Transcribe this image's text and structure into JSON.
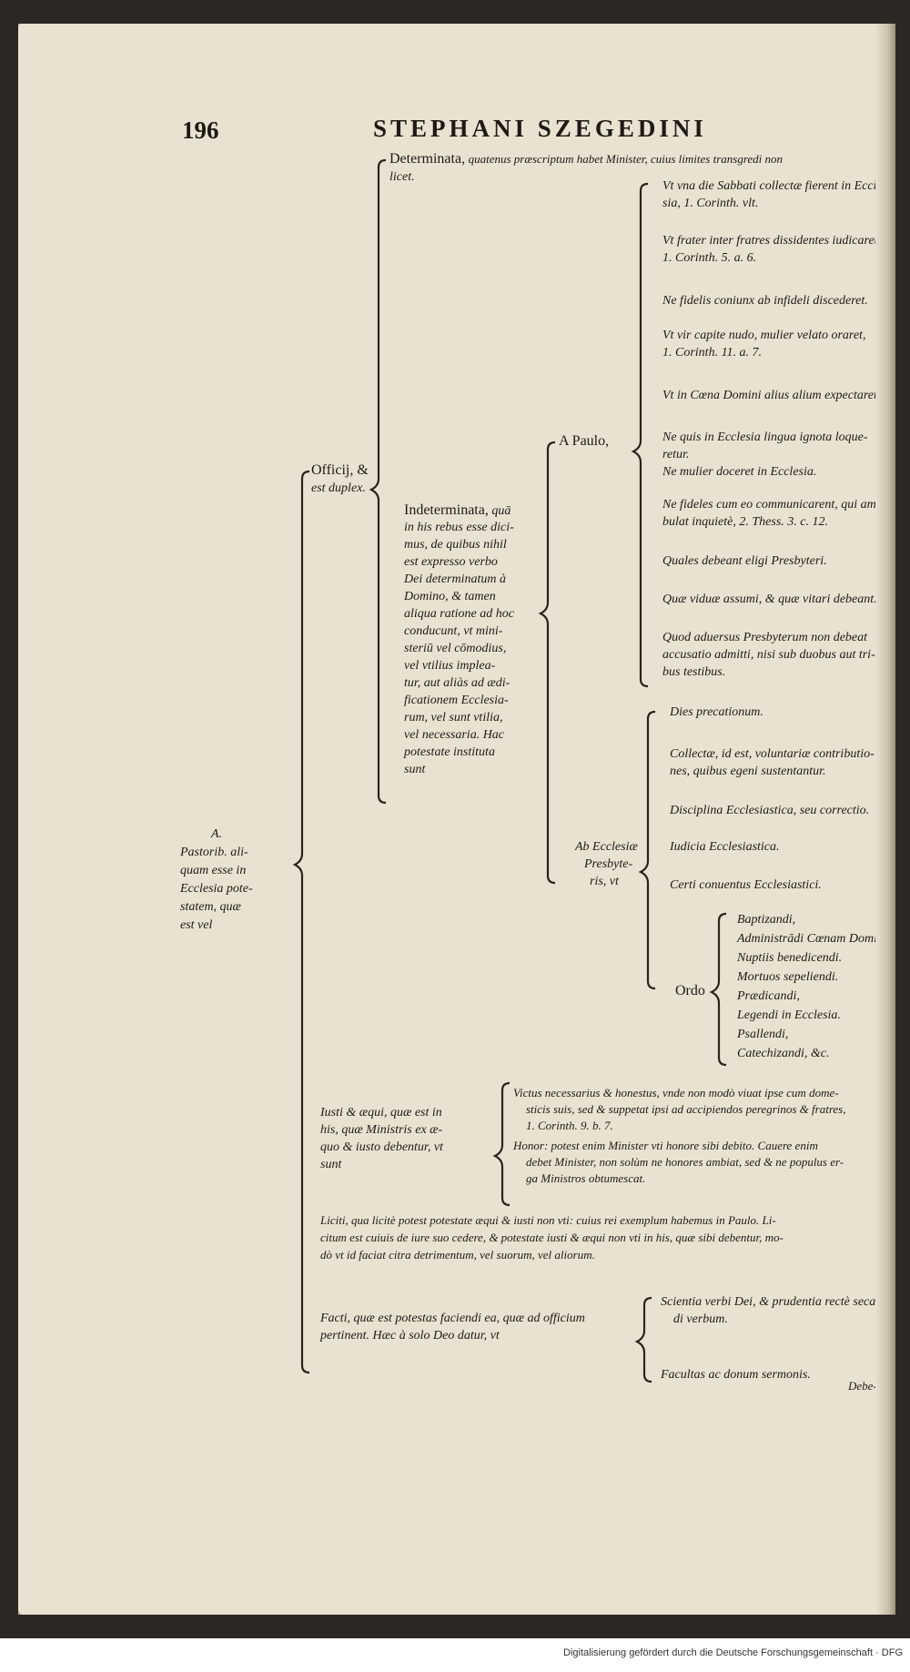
{
  "header": {
    "page_number": "196",
    "running_title": "STEPHANI SZEGEDINI",
    "catchword": "Debe-"
  },
  "root": {
    "lines": [
      "A.",
      "Pastorib. ali-",
      "quam esse in",
      "Ecclesia pote-",
      "statem, quæ",
      "est vel"
    ]
  },
  "officij": {
    "lines": [
      "Officij, &",
      "est duplex."
    ]
  },
  "determinata": {
    "head": "Determinata,",
    "lines": [
      "quatenus præscriptum habet Minister, cuius limites transgredi non",
      "licet."
    ]
  },
  "indeterminata": {
    "head": "Indeterminata,",
    "lines": [
      " quā",
      "in his rebus esse dici-",
      "mus, de quibus nihil",
      "est expresso verbo",
      "Dei determinatum à",
      "Domino, & tamen",
      "aliqua ratione ad hoc",
      "conducunt, vt mini-",
      "steriū vel cōmodius,",
      "vel vtilius implea-",
      "tur, aut aliàs ad ædi-",
      "ficationem Ecclesia-",
      "rum, vel sunt vtilia,",
      "vel necessaria. Hac",
      "potestate instituta",
      "sunt"
    ]
  },
  "a_paulo": {
    "label": "A Paulo,",
    "items": [
      {
        "lines": [
          "Vt vna die Sabbati collectæ fierent in Eccle-",
          "sia, 1. Corinth. vlt."
        ]
      },
      {
        "lines": [
          "Vt frater inter fratres dissidentes iudicaret,",
          "1. Corinth. 5. a. 6."
        ]
      },
      {
        "lines": [
          "Ne fidelis coniunx ab infideli discederet."
        ]
      },
      {
        "lines": [
          "Vt vir capite nudo, mulier velato oraret,",
          "1. Corinth. 11. a. 7."
        ]
      },
      {
        "lines": [
          "Vt in Cœna Domini alius alium expectaret."
        ]
      },
      {
        "lines": [
          "Ne quis in Ecclesia lingua ignota loque-",
          "retur."
        ]
      },
      {
        "lines": [
          "Ne mulier doceret in Ecclesia."
        ]
      },
      {
        "lines": [
          "Ne fideles cum eo communicarent, qui am-",
          "bulat inquietè, 2. Thess. 3. c. 12."
        ]
      },
      {
        "lines": [
          "Quales debeant eligi Presbyteri."
        ]
      },
      {
        "lines": [
          "Quæ viduæ assumi, & quæ vitari debeant."
        ]
      },
      {
        "lines": [
          "Quod aduersus Presbyterum non debeat",
          "accusatio admitti, nisi sub duobus aut tri-",
          "bus testibus."
        ]
      }
    ]
  },
  "ab_ecclesiae": {
    "lines": [
      "Ab Ecclesiæ",
      "Presbyte-",
      "ris, vt"
    ],
    "items": [
      {
        "lines": [
          "Dies precationum."
        ]
      },
      {
        "lines": [
          "Collectæ, id est, voluntariæ contributio-",
          "nes, quibus egeni sustentantur."
        ]
      },
      {
        "lines": [
          "Disciplina Ecclesiastica, seu correctio."
        ]
      },
      {
        "lines": [
          "Iudicia Ecclesiastica."
        ]
      },
      {
        "lines": [
          "Certi conuentus Ecclesiastici."
        ]
      }
    ],
    "ordo": {
      "label": "Ordo",
      "items": [
        "Baptizandi,",
        "Administrādi Cœnam Domini.",
        "Nuptiis benedicendi.",
        "Mortuos sepeliendi.",
        "Prædicandi,",
        "Legendi in Ecclesia.",
        "Psallendi,",
        "Catechizandi, &c."
      ]
    }
  },
  "iusti": {
    "lines": [
      "Iusti & æqui, quæ est in",
      "his, quæ Ministris ex æ-",
      "quo & iusto debentur, vt",
      "sunt"
    ],
    "items": [
      {
        "lines": [
          "Victus necessarius & honestus, vnde non modò viuat ipse cum dome-",
          "sticis suis, sed & suppetat ipsi ad accipiendos peregrinos & fratres,",
          "1. Corinth. 9. b. 7."
        ]
      },
      {
        "lines": [
          "Honor: potest enim Minister vti honore sibi debito. Cauere enim",
          "debet Minister, non solùm ne honores ambiat, sed & ne populus er-",
          "ga Ministros obtumescat."
        ]
      }
    ]
  },
  "liciti": {
    "lines": [
      "Liciti, qua licitè potest potestate æqui & iusti non vti: cuius rei exemplum habemus in Paulo. Li-",
      "citum est cuiuis de iure suo cedere, & potestate iusti & æqui non vti in his, quæ sibi debentur, mo-",
      "dò vt id faciat citra detrimentum, vel suorum, vel aliorum."
    ]
  },
  "facti": {
    "lines": [
      "Facti, quæ est potestas faciendi ea, quæ ad officium",
      "pertinent. Hæc à solo Deo datur, vt"
    ],
    "items": [
      {
        "lines": [
          "Scientia verbi Dei, & prudentia rectè secandi",
          "di verbum."
        ]
      },
      {
        "lines": [
          "Facultas ac donum sermonis."
        ]
      }
    ]
  },
  "footer": {
    "credit": "Digitalisierung gefördert durch die Deutsche Forschungsgemeinschaft · DFG"
  }
}
